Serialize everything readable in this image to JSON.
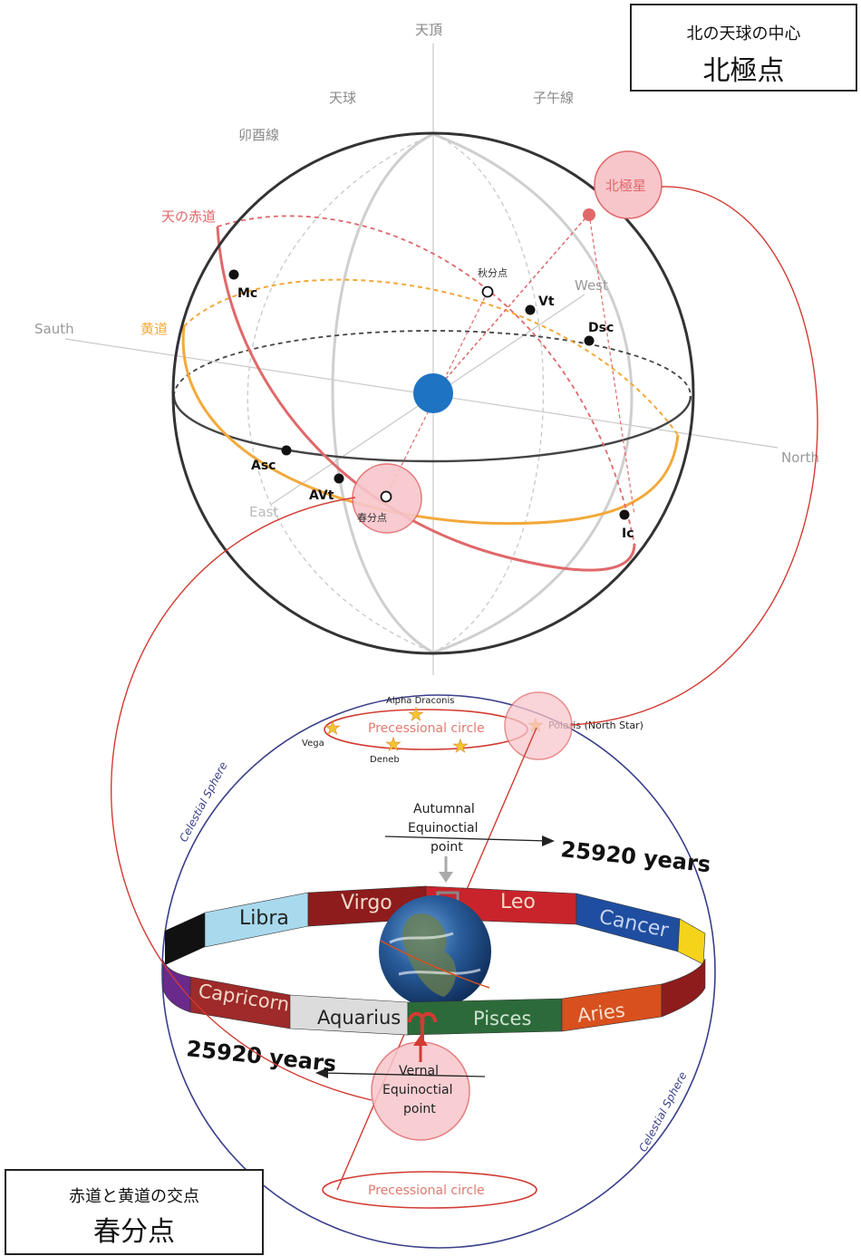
{
  "upper_diagram": {
    "labels": {
      "zenith": "天頂",
      "celestial_sphere": "天球",
      "meridian": "子午線",
      "prime_vertical": "卯酉線",
      "celestial_equator": "天の赤道",
      "ecliptic": "黄道",
      "south": "Sauth",
      "north": "North",
      "west": "West",
      "east": "East",
      "polaris": "北極星",
      "autumn_equinox": "秋分点",
      "vernal_equinox": "春分点"
    },
    "points": {
      "mc": "Mc",
      "vt": "Vt",
      "dsc": "Dsc",
      "asc": "Asc",
      "avt": "AVt",
      "ic": "Ic"
    },
    "colors": {
      "equator": "#e0686a",
      "ecliptic": "#f2a93b",
      "center": "#1e73c2",
      "highlight": "#f7c6cb",
      "sphere": "#333333"
    }
  },
  "lower_diagram": {
    "labels": {
      "celestial_sphere_left": "Celestial Sphere",
      "celestial_sphere_right": "Celestial Sphere",
      "alpha_draconis": "Alpha Draconis",
      "vega": "Vega",
      "deneb": "Deneb",
      "polaris": "Polaris (North Star)",
      "precessional_circle_top": "Precessional  circle",
      "precessional_circle_bottom": "Precessional  circle",
      "autumnal_line1": "Autumnal",
      "autumnal_line2": "Equinoctial",
      "autumnal_line3": "point",
      "vernal_line1": "Vernal",
      "vernal_line2": "Equinoctial",
      "vernal_line3": "point",
      "years_right": "25920 years",
      "years_left": "25920 years"
    },
    "zodiac_back": [
      "Libra",
      "Virgo",
      "Leo",
      "Cancer"
    ],
    "zodiac_front": [
      "Capricorn",
      "Aquarius",
      "Pisces",
      "Aries"
    ],
    "zodiac_colors": {
      "Libra": "#a9d9ec",
      "Virgo": "#8e1c1c",
      "Leo": "#c9242b",
      "Cancer": "#1f4ea0",
      "Capricorn": "#9e2a2a",
      "Aquarius": "#dcdcdc",
      "Pisces": "#2d6a3a",
      "Aries": "#d8501e"
    }
  },
  "boxes": {
    "top": {
      "subtitle": "北の天球の中心",
      "title": "北極点"
    },
    "bottom": {
      "subtitle": "赤道と黄道の交点",
      "title": "春分点"
    }
  }
}
